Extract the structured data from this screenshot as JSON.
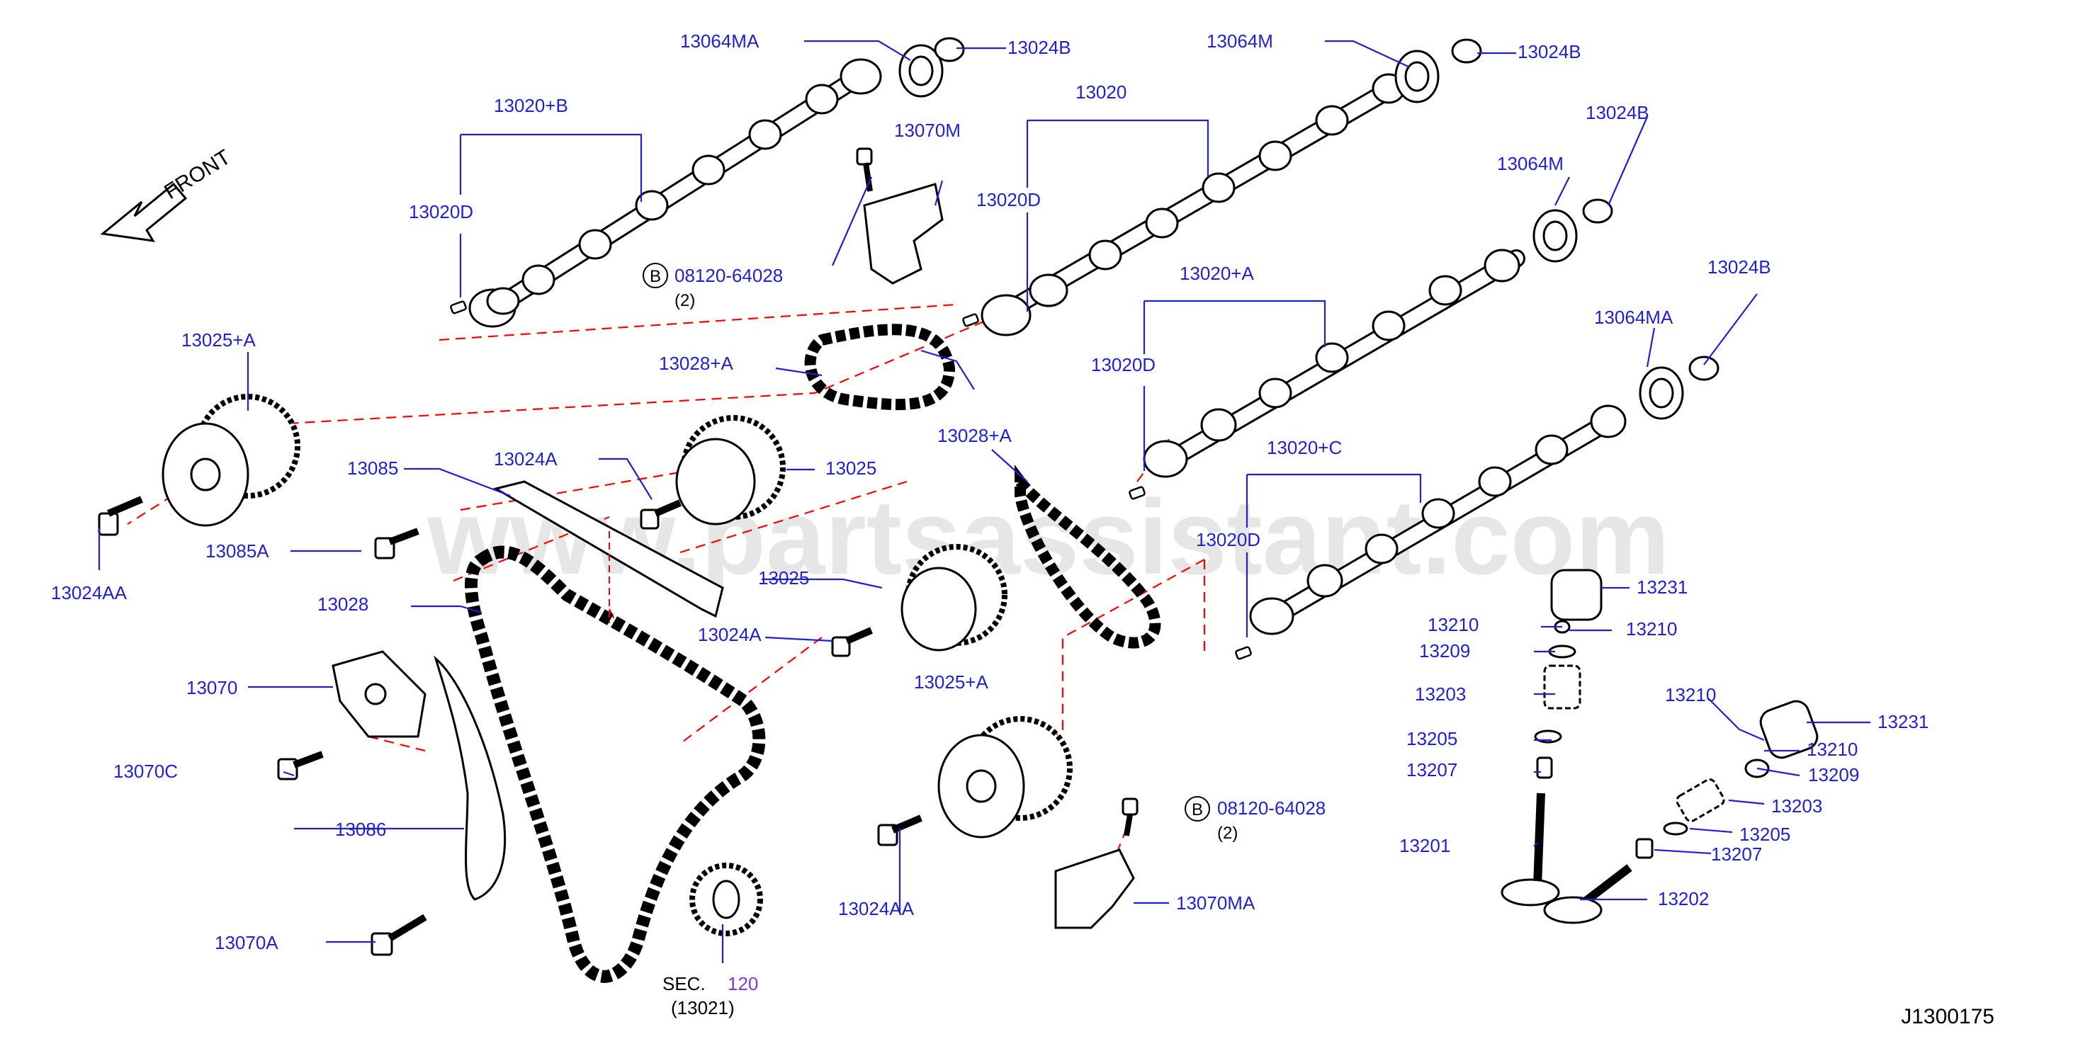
{
  "diagram": {
    "front_label": "FRONT",
    "ref_number": "J1300175",
    "watermark": "www.partsassistant.com",
    "colors": {
      "label": "#1f1fd6",
      "leader": "#1f1fd6",
      "dashed": "#ff0000",
      "part": "#000000"
    },
    "sec_ref": {
      "prefix": "SEC.",
      "number": "120",
      "sub": "(13021)"
    },
    "bolt_callouts": [
      {
        "circle": "B",
        "part": "08120-64028",
        "qty": "(2)"
      },
      {
        "circle": "B",
        "part": "08120-64028",
        "qty": "(2)"
      }
    ],
    "labels": [
      "13064MA",
      "13024B",
      "13064M",
      "13024B",
      "13020+B",
      "13020",
      "13070M",
      "13020D",
      "13020D",
      "13024B",
      "13064M",
      "13020+A",
      "13024B",
      "13064MA",
      "13025+A",
      "13028+A",
      "13020D",
      "13028+A",
      "13085",
      "13024A",
      "13025",
      "13020+C",
      "13085A",
      "13020D",
      "13024AA",
      "13028",
      "13025",
      "13231",
      "13024A",
      "13210",
      "13210",
      "13209",
      "13070",
      "13025+A",
      "13203",
      "13210",
      "13231",
      "13205",
      "13210",
      "13070C",
      "13207",
      "13209",
      "13203",
      "13086",
      "13205",
      "13201",
      "13207",
      "13070MA",
      "13024AA",
      "13202",
      "13070A"
    ]
  }
}
